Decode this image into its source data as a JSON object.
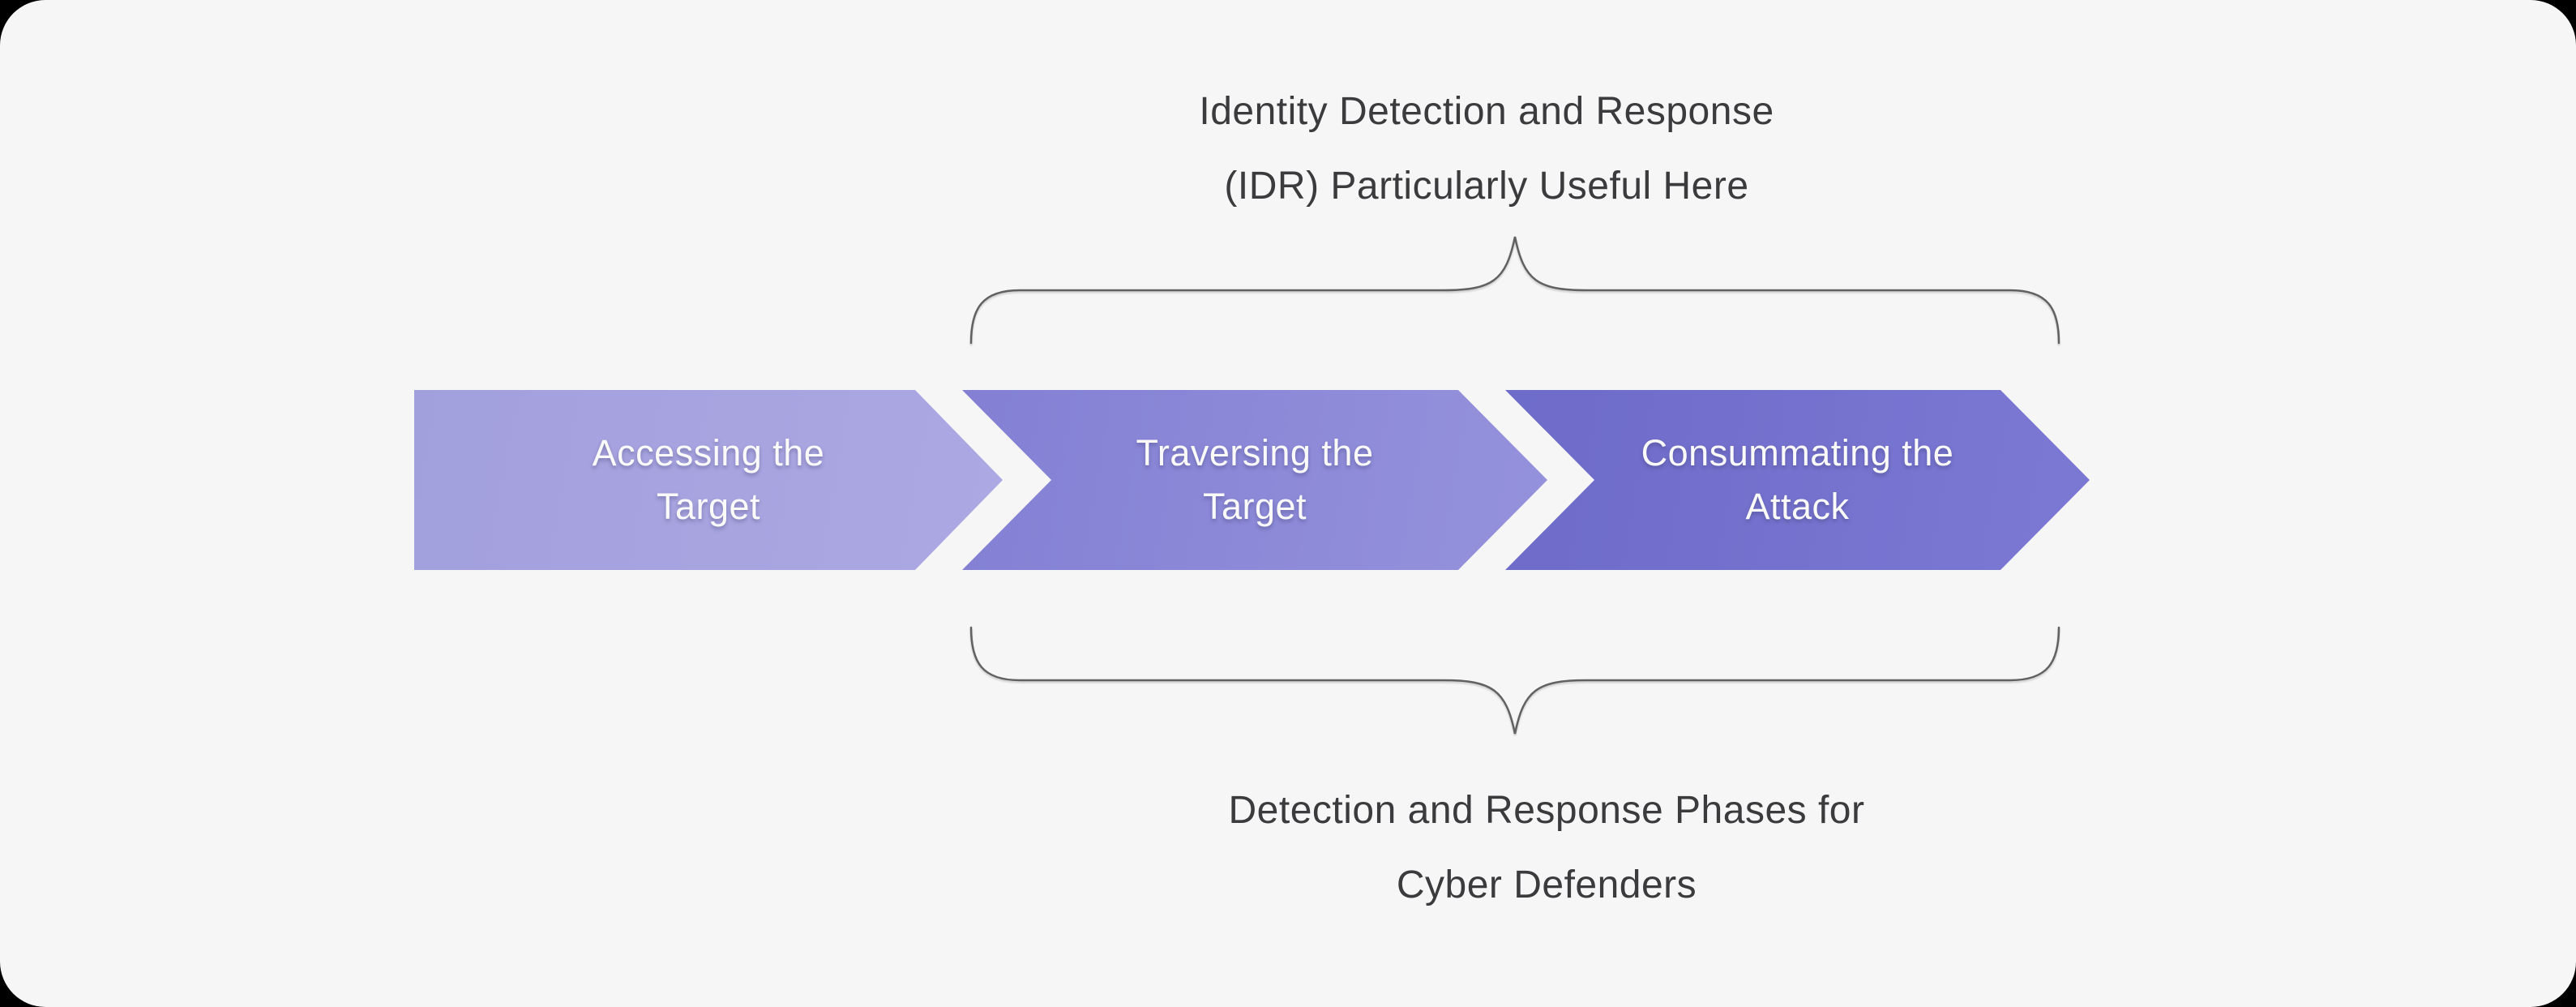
{
  "canvas": {
    "bg_outer": "#000000",
    "bg_card": "#f6f6f7"
  },
  "styles": {
    "caption_color": "#3b3b3d",
    "arrow_label_color": "#fafafa",
    "brace_color": "#616161"
  },
  "top_caption": {
    "lines": [
      "Identity Detection and Response",
      "(IDR) Particularly Useful Here"
    ]
  },
  "bottom_caption": {
    "lines": [
      "Detection and Response Phases for",
      "Cyber Defenders"
    ]
  },
  "arrows": [
    {
      "lines": [
        "Accessing the",
        "Target"
      ],
      "gradient_start": "#a29fdd",
      "gradient_end": "#aca8e3"
    },
    {
      "lines": [
        "Traversing the",
        "Target"
      ],
      "gradient_start": "#8380d4",
      "gradient_end": "#9592dc"
    },
    {
      "lines": [
        "Consummating the",
        "Attack"
      ],
      "gradient_start": "#6e6bc9",
      "gradient_end": "#7b79d3"
    }
  ]
}
